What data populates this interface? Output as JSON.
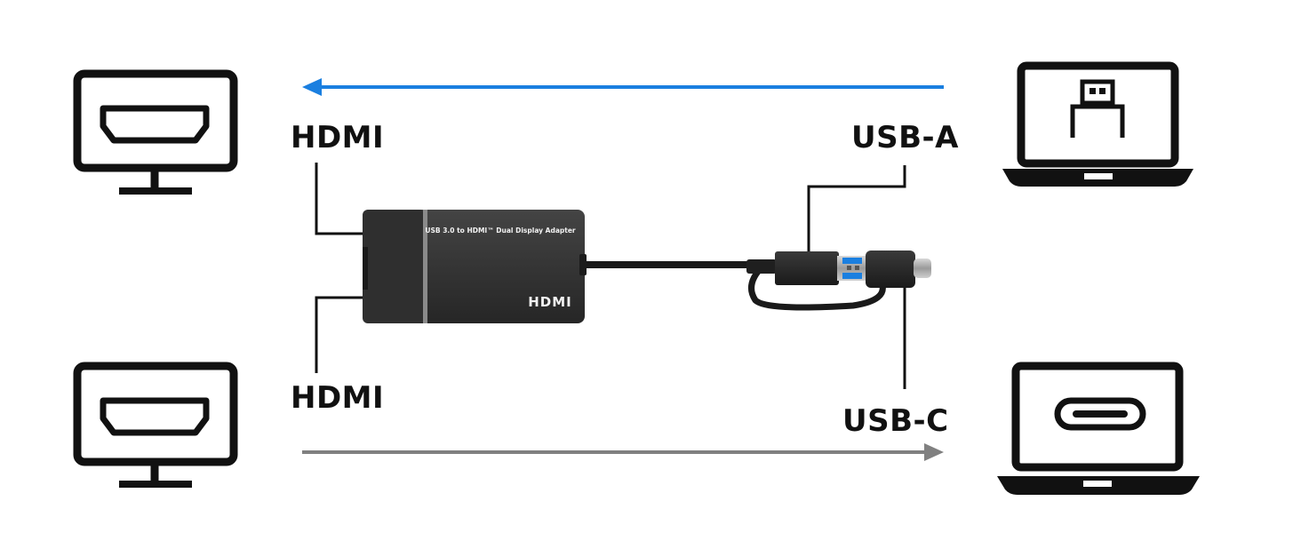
{
  "labels": {
    "top_left": "HDMI",
    "bottom_left": "HDMI",
    "top_right": "USB-A",
    "bottom_right": "USB-C"
  },
  "device": {
    "product_text": "USB 3.0 to HDMI™ Dual Display Adapter",
    "logo_text": "HDMI"
  },
  "colors": {
    "arrow_top": "#1a7fe0",
    "arrow_bottom": "#808080",
    "line": "#111111",
    "device_body": "#333333",
    "usb_blue": "#1a7fe0"
  },
  "icons": {
    "top_left": "monitor-hdmi-icon",
    "bottom_left": "monitor-hdmi-icon",
    "top_right": "laptop-usb-a-icon",
    "bottom_right": "laptop-usb-c-icon"
  }
}
